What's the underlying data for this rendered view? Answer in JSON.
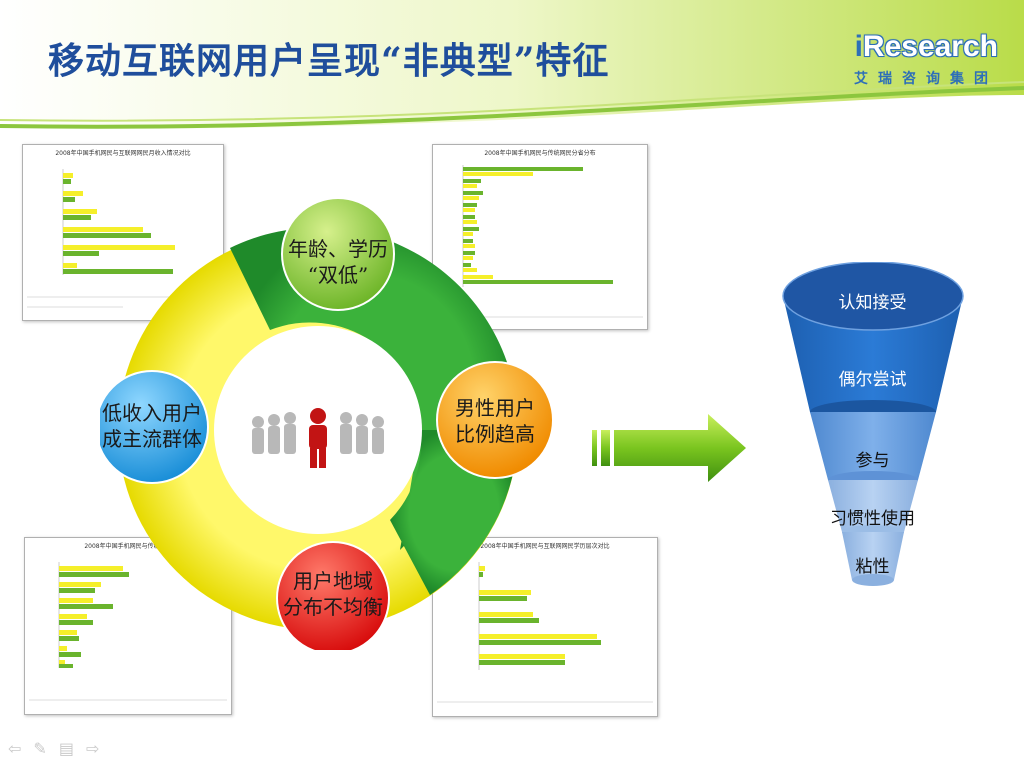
{
  "title": "移动互联网用户呈现“非典型”特征",
  "brand": {
    "logo_i": "i",
    "logo_rest": "Research",
    "subtitle": "艾瑞咨询集团"
  },
  "cycle": {
    "center_icon": "crowd-with-red-figure-icon",
    "bubbles": {
      "top": {
        "line1": "年龄、学历",
        "line2": "“双低”"
      },
      "right": {
        "line1": "男性用户",
        "line2": "比例趋高"
      },
      "bottom": {
        "line1": "用户地域",
        "line2": "分布不均衡"
      },
      "left": {
        "line1": "低收入用户",
        "line2": "成主流群体"
      }
    }
  },
  "thumbnails": {
    "income": {
      "title": "2008年中国手机网民与互联网网民月收入情况对比"
    },
    "occupation": {
      "title": "2008年中国手机网民与传统网民分省分布"
    },
    "region": {
      "title": "2008年中国手机网民与传统网民"
    },
    "education": {
      "title": "2008年中国手机网民与互联网网民学历层次对比"
    }
  },
  "funnel": {
    "levels": [
      "认知接受",
      "偶尔尝试",
      "参与",
      "习惯性使用",
      "粘性"
    ]
  },
  "colors": {
    "title": "#1f4e9c",
    "green": "#3aa83a",
    "yellow": "#f2ec1a",
    "funnel_dark": "#1f5fa8",
    "funnel_light": "#a9c4e8"
  },
  "nav_icons": [
    "back-arrow-icon",
    "pen-icon",
    "menu-icon",
    "forward-arrow-icon"
  ]
}
